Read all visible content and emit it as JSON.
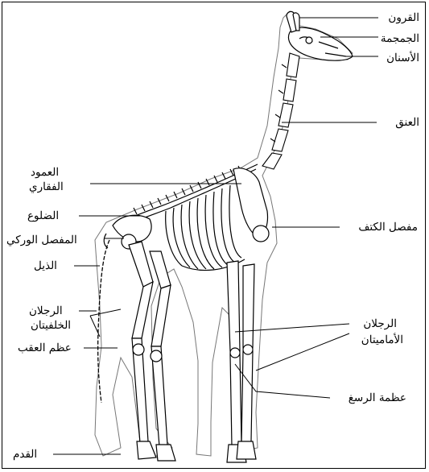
{
  "diagram": {
    "labels": {
      "horns": "القرون",
      "skull": "الجمجمة",
      "teeth": "الأسنان",
      "neck": "العنق",
      "spine_line1": "العمود",
      "spine_line2": "الفقاري",
      "ribs": "الضلوع",
      "hip_joint": "المفصل الوركي",
      "tail": "الذيل",
      "hind_legs_line1": "الرجلان",
      "hind_legs_line2": "الخلفيتان",
      "heel_bone": "عظم العقب",
      "foot": "القدم",
      "shoulder_joint": "مفصل الكتف",
      "front_legs_line1": "الرجلان",
      "front_legs_line2": "الأماميتان",
      "wrist_bone": "عظمة الرسغ"
    }
  }
}
